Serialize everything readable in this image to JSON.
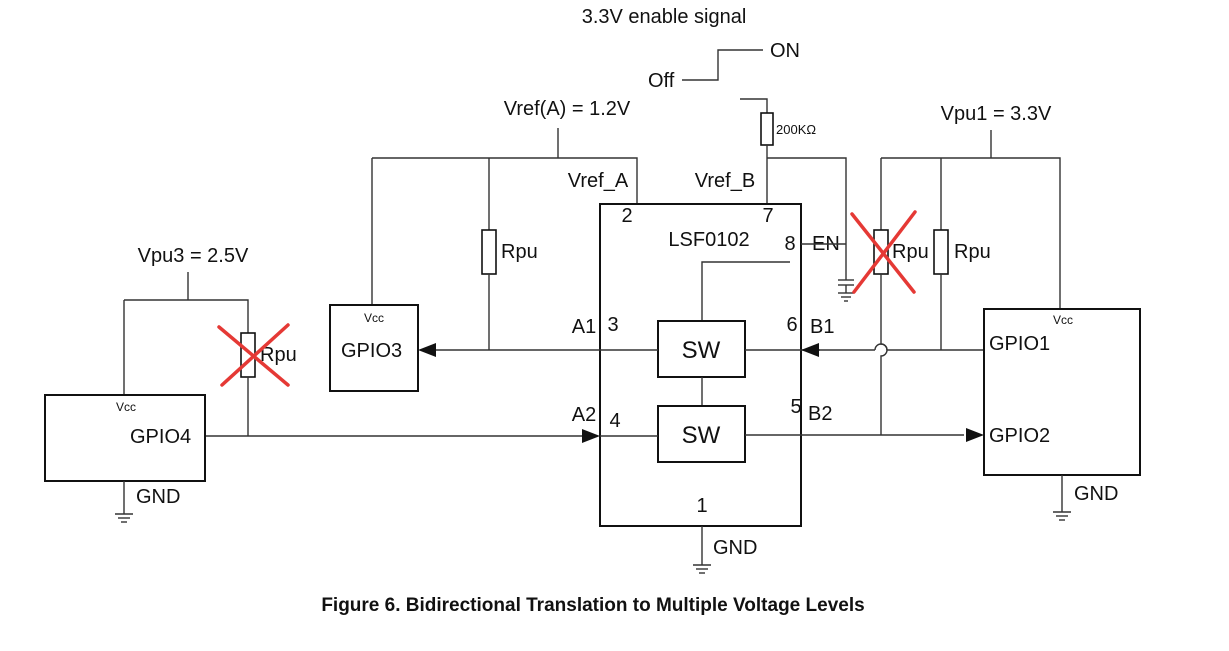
{
  "figure": {
    "caption": "Figure 6.  Bidirectional Translation to Multiple Voltage Levels"
  },
  "enable": {
    "title": "3.3V enable signal",
    "on": "ON",
    "off": "Off",
    "resistor": "200KΩ"
  },
  "supplies": {
    "vref_a": "Vref(A) = 1.2V",
    "vpu1": "Vpu1 = 3.3V",
    "vpu3": "Vpu3 = 2.5V"
  },
  "ic": {
    "name": "LSF0102",
    "vref_a_label": "Vref_A",
    "vref_b_label": "Vref_B",
    "pin_vref_a": "2",
    "pin_vref_b": "7",
    "pin_en": "8",
    "en_label": "EN",
    "pin_a1": "3",
    "a1_label": "A1",
    "pin_a2": "4",
    "a2_label": "A2",
    "pin_b1": "6",
    "b1_label": "B1",
    "pin_b2": "5",
    "b2_label": "B2",
    "pin_gnd": "1",
    "switch_label": "SW",
    "gnd_label": "GND"
  },
  "resistors": {
    "rpu": "Rpu"
  },
  "devices": {
    "vcc": "Vcc",
    "gnd": "GND",
    "gpio1": "GPIO1",
    "gpio2": "GPIO2",
    "gpio3": "GPIO3",
    "gpio4": "GPIO4"
  },
  "colors": {
    "removed_mark": "#e53935"
  }
}
